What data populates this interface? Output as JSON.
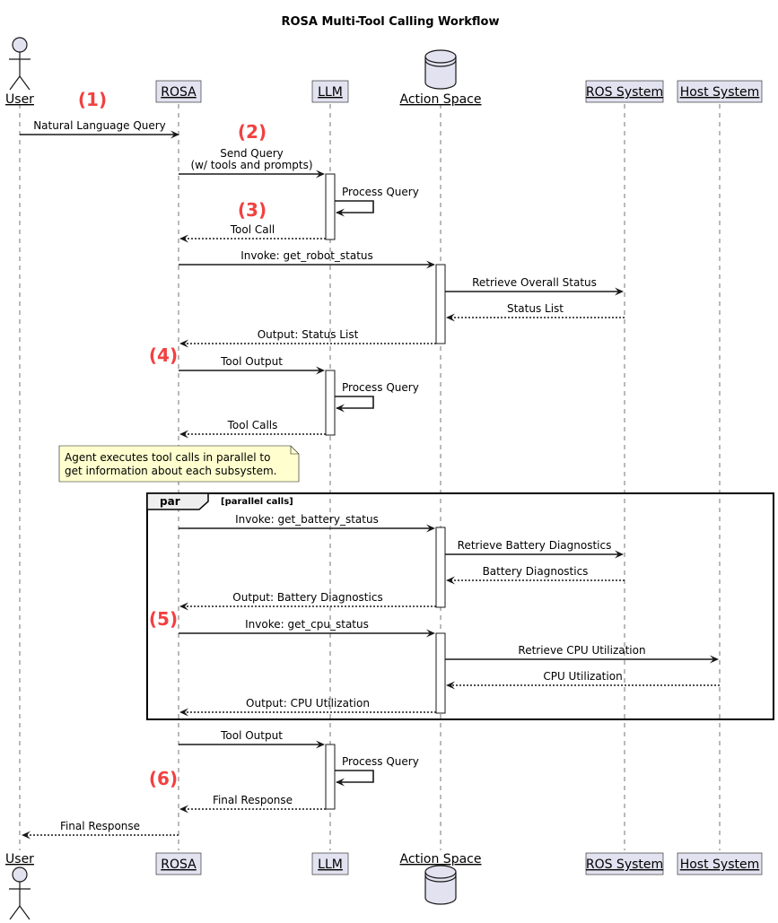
{
  "title": "ROSA Multi-Tool Calling Workflow",
  "participants": [
    {
      "key": "user",
      "label": "User",
      "kind": "actor"
    },
    {
      "key": "rosa",
      "label": "ROSA",
      "kind": "participant"
    },
    {
      "key": "llm",
      "label": "LLM",
      "kind": "participant"
    },
    {
      "key": "action",
      "label": "Action Space",
      "kind": "database"
    },
    {
      "key": "ros",
      "label": "ROS System",
      "kind": "participant"
    },
    {
      "key": "host",
      "label": "Host System",
      "kind": "participant"
    }
  ],
  "messages": [
    {
      "from": "user",
      "to": "rosa",
      "lines": [
        "Natural Language Query"
      ],
      "style": "solid"
    },
    {
      "from": "rosa",
      "to": "llm",
      "lines": [
        "Send Query",
        "(w/ tools and prompts)"
      ],
      "style": "solid"
    },
    {
      "from": "llm",
      "to": "llm",
      "lines": [
        "Process Query"
      ],
      "style": "self"
    },
    {
      "from": "llm",
      "to": "rosa",
      "lines": [
        "Tool Call"
      ],
      "style": "dashed"
    },
    {
      "from": "rosa",
      "to": "action",
      "lines": [
        "Invoke: get_robot_status"
      ],
      "style": "solid"
    },
    {
      "from": "action",
      "to": "ros",
      "lines": [
        "Retrieve Overall Status"
      ],
      "style": "solid"
    },
    {
      "from": "ros",
      "to": "action",
      "lines": [
        "Status List"
      ],
      "style": "dashed"
    },
    {
      "from": "action",
      "to": "rosa",
      "lines": [
        "Output: Status List"
      ],
      "style": "dashed"
    },
    {
      "from": "rosa",
      "to": "llm",
      "lines": [
        "Tool Output"
      ],
      "style": "solid"
    },
    {
      "from": "llm",
      "to": "llm",
      "lines": [
        "Process Query"
      ],
      "style": "self"
    },
    {
      "from": "llm",
      "to": "rosa",
      "lines": [
        "Tool Calls"
      ],
      "style": "dashed"
    },
    {
      "from": "rosa",
      "to": "action",
      "lines": [
        "Invoke: get_battery_status"
      ],
      "style": "solid"
    },
    {
      "from": "action",
      "to": "ros",
      "lines": [
        "Retrieve Battery Diagnostics"
      ],
      "style": "solid"
    },
    {
      "from": "ros",
      "to": "action",
      "lines": [
        "Battery Diagnostics"
      ],
      "style": "dashed"
    },
    {
      "from": "action",
      "to": "rosa",
      "lines": [
        "Output: Battery Diagnostics"
      ],
      "style": "dashed"
    },
    {
      "from": "rosa",
      "to": "action",
      "lines": [
        "Invoke: get_cpu_status"
      ],
      "style": "solid"
    },
    {
      "from": "action",
      "to": "host",
      "lines": [
        "Retrieve CPU Utilization"
      ],
      "style": "solid"
    },
    {
      "from": "host",
      "to": "action",
      "lines": [
        "CPU Utilization"
      ],
      "style": "dashed"
    },
    {
      "from": "action",
      "to": "rosa",
      "lines": [
        "Output: CPU Utilization"
      ],
      "style": "dashed"
    },
    {
      "from": "rosa",
      "to": "llm",
      "lines": [
        "Tool Output"
      ],
      "style": "solid"
    },
    {
      "from": "llm",
      "to": "llm",
      "lines": [
        "Process Query"
      ],
      "style": "self"
    },
    {
      "from": "llm",
      "to": "rosa",
      "lines": [
        "Final Response"
      ],
      "style": "dashed"
    },
    {
      "from": "rosa",
      "to": "user",
      "lines": [
        "Final Response"
      ],
      "style": "dashed"
    }
  ],
  "step_markers": [
    "(1)",
    "(2)",
    "(3)",
    "(4)",
    "(5)",
    "(6)"
  ],
  "note": [
    "Agent executes tool calls in parallel to",
    "get information about each subsystem."
  ],
  "group": {
    "name": "par",
    "condition": "[parallel calls]"
  }
}
